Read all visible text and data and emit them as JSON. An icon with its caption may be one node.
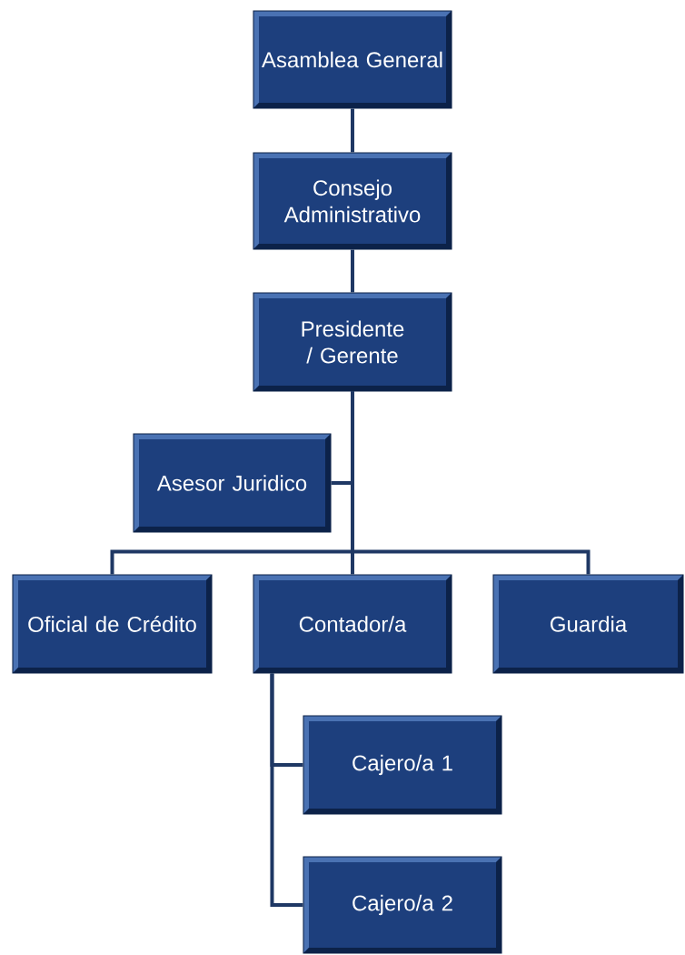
{
  "diagram": {
    "nodes": [
      {
        "text": [
          "Asamblea General"
        ]
      },
      {
        "text": [
          "Consejo Administrativo"
        ]
      },
      {
        "text": [
          "Presidente / Gerente"
        ]
      },
      {
        "text": [
          "Asesor Juridico"
        ]
      },
      {
        "text": [
          "Oficial de Crédito"
        ]
      },
      {
        "text": [
          "Contador/a"
        ]
      },
      {
        "text": [
          "Guardia"
        ]
      },
      {
        "text": [
          "Cajero/a 1"
        ]
      },
      {
        "text": [
          "Cajero/a 2"
        ]
      }
    ],
    "edges": [
      {
        "from": 0,
        "to": 1,
        "arrow": "none"
      },
      {
        "from": 1,
        "to": 2,
        "arrow": "none"
      },
      {
        "from": 2,
        "to": 3,
        "arrow": "none"
      },
      {
        "from": 2,
        "to": 4,
        "arrow": "none"
      },
      {
        "from": 2,
        "to": 5,
        "arrow": "none"
      },
      {
        "from": 2,
        "to": 6,
        "arrow": "none"
      },
      {
        "from": 5,
        "to": 7,
        "arrow": "none"
      },
      {
        "from": 5,
        "to": 8,
        "arrow": "none"
      }
    ]
  }
}
